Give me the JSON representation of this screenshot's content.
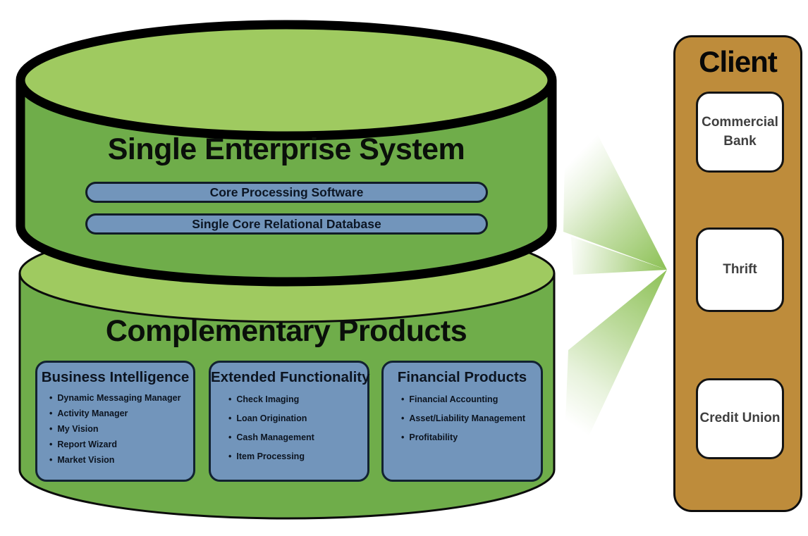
{
  "enterprise": {
    "title": "Single Enterprise System",
    "pills": [
      "Core Processing Software",
      "Single Core Relational Database"
    ]
  },
  "complementary": {
    "title": "Complementary Products",
    "boxes": [
      {
        "title": "Business Intelligence",
        "items": [
          "Dynamic Messaging Manager",
          "Activity Manager",
          "My Vision",
          "Report Wizard",
          "Market Vision"
        ]
      },
      {
        "title": "Extended Functionality",
        "items": [
          "Check Imaging",
          "Loan Origination",
          "Cash Management",
          "Item Processing"
        ]
      },
      {
        "title": "Financial Products",
        "items": [
          "Financial Accounting",
          "Asset/Liability Management",
          "Profitability"
        ]
      }
    ]
  },
  "client": {
    "title": "Client",
    "items": [
      "Commercial Bank",
      "Thrift",
      "Credit Union"
    ]
  },
  "colors": {
    "cylinder_top_green": "#9fca60",
    "cylinder_body_green": "#6fad4a",
    "panel_blue": "#7295bb",
    "client_brown": "#be8c3b",
    "arrow_green": "#8dc156",
    "outline_black": "#000000",
    "box_text_gray": "#3f3f3f"
  }
}
